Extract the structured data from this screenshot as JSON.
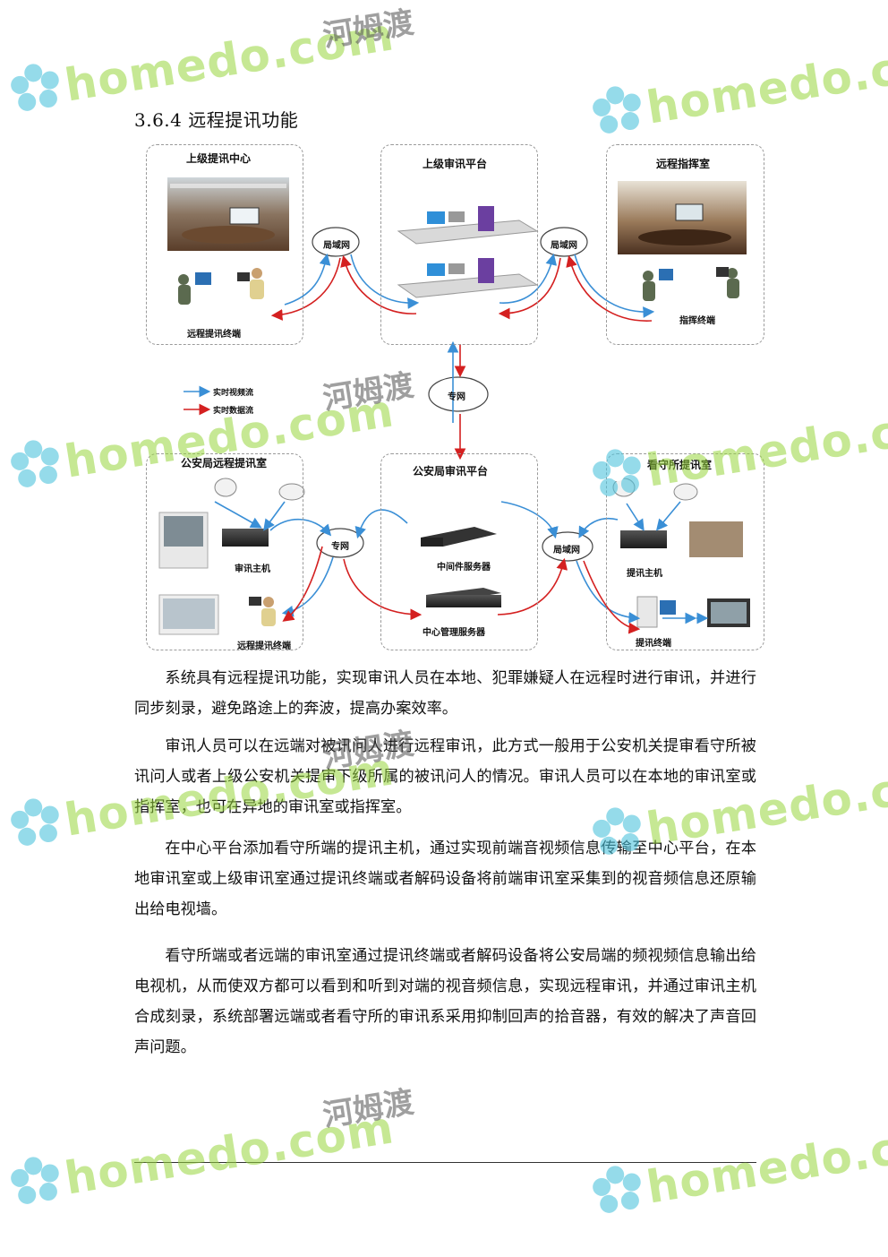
{
  "heading": "3.6.4 远程提讯功能",
  "diagram": {
    "boxes": {
      "top_left": "上级提讯中心",
      "top_mid": "上级审讯平台",
      "top_right": "远程指挥室",
      "bot_left": "公安局远程提讯室",
      "bot_mid": "公安局审讯平台",
      "bot_right": "看守所提讯室"
    },
    "clouds": {
      "lan_left": "局域网",
      "lan_right": "局域网",
      "private_center": "专网",
      "private_left": "专网",
      "lan_bottom_right": "局域网"
    },
    "labels": {
      "remote_terminal_top": "远程提讯终端",
      "command_terminal": "指挥终端",
      "interrogation_host": "审讯主机",
      "remote_terminal_bottom": "远程提讯终端",
      "middleware_server": "中间件服务器",
      "central_mgmt_server": "中心管理服务器",
      "arraign_host": "提讯主机",
      "arraign_terminal": "提讯终端"
    },
    "legend": {
      "video_stream": "实时视频流",
      "data_stream": "实时数据流"
    },
    "colors": {
      "video_arrow": "#3a8fd6",
      "data_arrow": "#d42020",
      "box_border": "#9a9a9a"
    }
  },
  "paragraphs": [
    "系统具有远程提讯功能，实现审讯人员在本地、犯罪嫌疑人在远程时进行审讯，并进行同步刻录，避免路途上的奔波，提高办案效率。",
    "审讯人员可以在远端对被讯问人进行远程审讯，此方式一般用于公安机关提审看守所被讯问人或者上级公安机关提审下级所属的被讯问人的情况。审讯人员可以在本地的审讯室或指挥室，也可在异地的审讯室或指挥室。",
    "在中心平台添加看守所端的提讯主机，通过实现前端音视频信息传输至中心平台，在本地审讯室或上级审讯室通过提讯终端或者解码设备将前端审讯室采集到的视音频信息还原输出给电视墙。",
    "看守所端或者远端的审讯室通过提讯终端或者解码设备将公安局端的频视频信息输出给电视机，从而使双方都可以看到和听到对端的视音频信息，实现远程审讯，并通过审讯主机合成刻录，系统部署远端或者看守所的审讯系采用抑制回声的拾音器，有效的解决了声音回声问题。"
  ],
  "watermark": {
    "brand": "homedo.com",
    "brand_cn": "河姆渡"
  }
}
